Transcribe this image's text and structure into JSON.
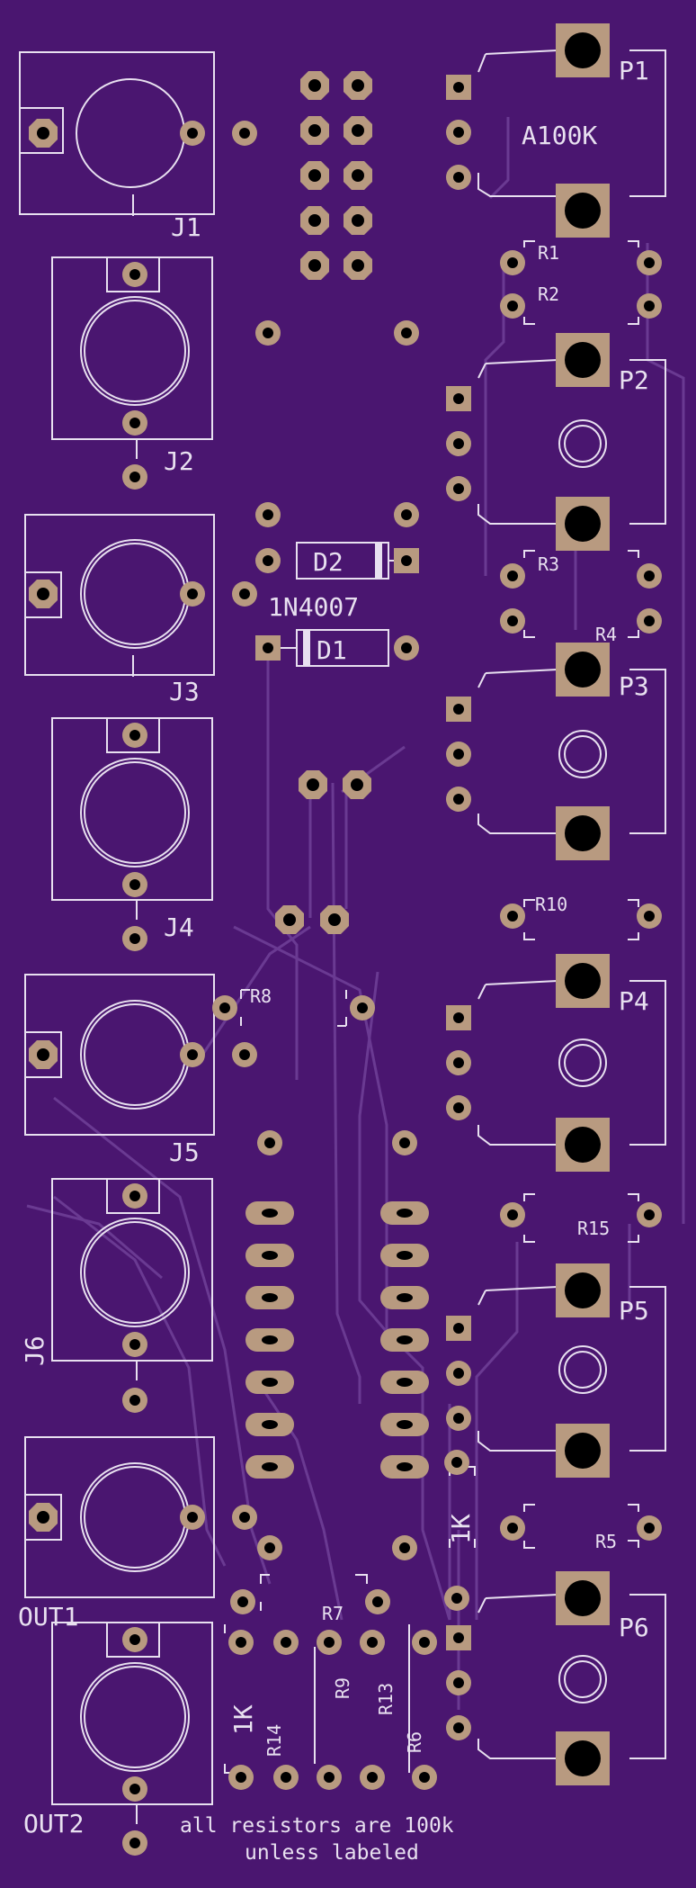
{
  "board": {
    "background": "#4a1670",
    "trace_color": "#6a3a92",
    "silk_color": "#e8e0f0",
    "pad_color": "#b89a80",
    "hole_color": "#000000"
  },
  "jacks": {
    "j1": "J1",
    "j2": "J2",
    "j3": "J3",
    "j4": "J4",
    "j5": "J5",
    "j6": "J6",
    "out1": "OUT1",
    "out2": "OUT2"
  },
  "pots": {
    "p1": "P1",
    "p1_value": "A100K",
    "p2": "P2",
    "p3": "P3",
    "p4": "P4",
    "p5": "P5",
    "p6": "P6"
  },
  "diodes": {
    "d1": "D1",
    "d2": "D2",
    "part": "1N4007"
  },
  "resistors": {
    "r1": "R1",
    "r2": "R2",
    "r3": "R3",
    "r4": "R4",
    "r5": "R5",
    "r6": "R6",
    "r7": "R7",
    "r8": "R8",
    "r9": "R9",
    "r10": "R10",
    "r13": "R13",
    "r14": "R14",
    "r15": "R15",
    "value_1k": "1K"
  },
  "notes": {
    "line1": "all resistors are 100k",
    "line2": "unless labeled"
  }
}
